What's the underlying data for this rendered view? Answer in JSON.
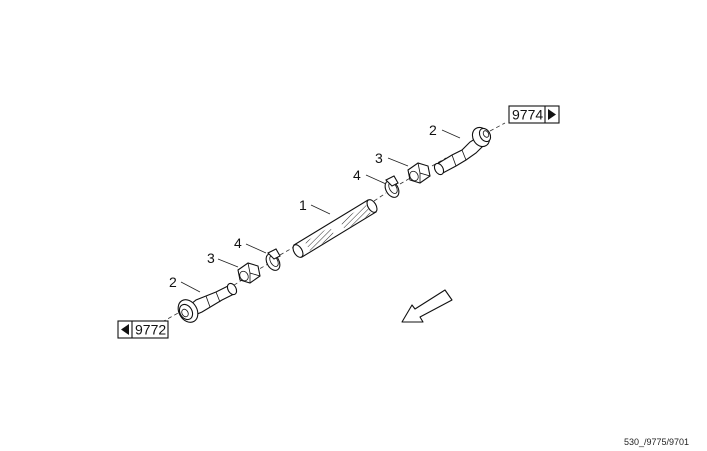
{
  "diagram": {
    "callouts": {
      "hose": "1",
      "fitting_upper": "2",
      "fitting_lower": "2",
      "nut_upper": "3",
      "nut_lower": "3",
      "clamp_upper": "4",
      "clamp_lower": "4"
    },
    "references": {
      "upper": "9774",
      "lower": "9772"
    },
    "drawing_code": "530_/9775/9701",
    "icons": {
      "direction_arrow": "arrow-down-left-icon",
      "ref_arrow_right": "triangle-right-icon",
      "ref_arrow_left": "triangle-left-icon"
    }
  }
}
